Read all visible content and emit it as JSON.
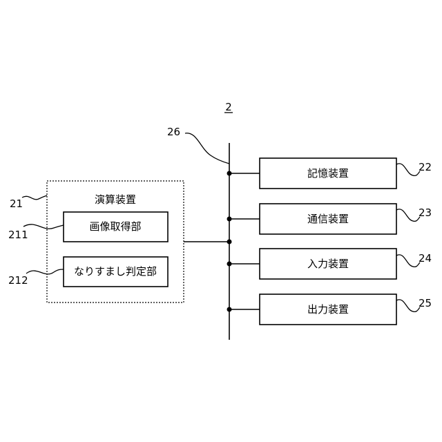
{
  "figure": {
    "system_ref": "2",
    "bus_ref": "26",
    "processor": {
      "ref": "21",
      "title": "演算装置"
    },
    "modules": [
      {
        "ref": "211",
        "label": "画像取得部"
      },
      {
        "ref": "212",
        "label": "なりすまし判定部"
      }
    ],
    "devices": [
      {
        "ref": "22",
        "label": "記憶装置"
      },
      {
        "ref": "23",
        "label": "通信装置"
      },
      {
        "ref": "24",
        "label": "入力装置"
      },
      {
        "ref": "25",
        "label": "出力装置"
      }
    ]
  }
}
